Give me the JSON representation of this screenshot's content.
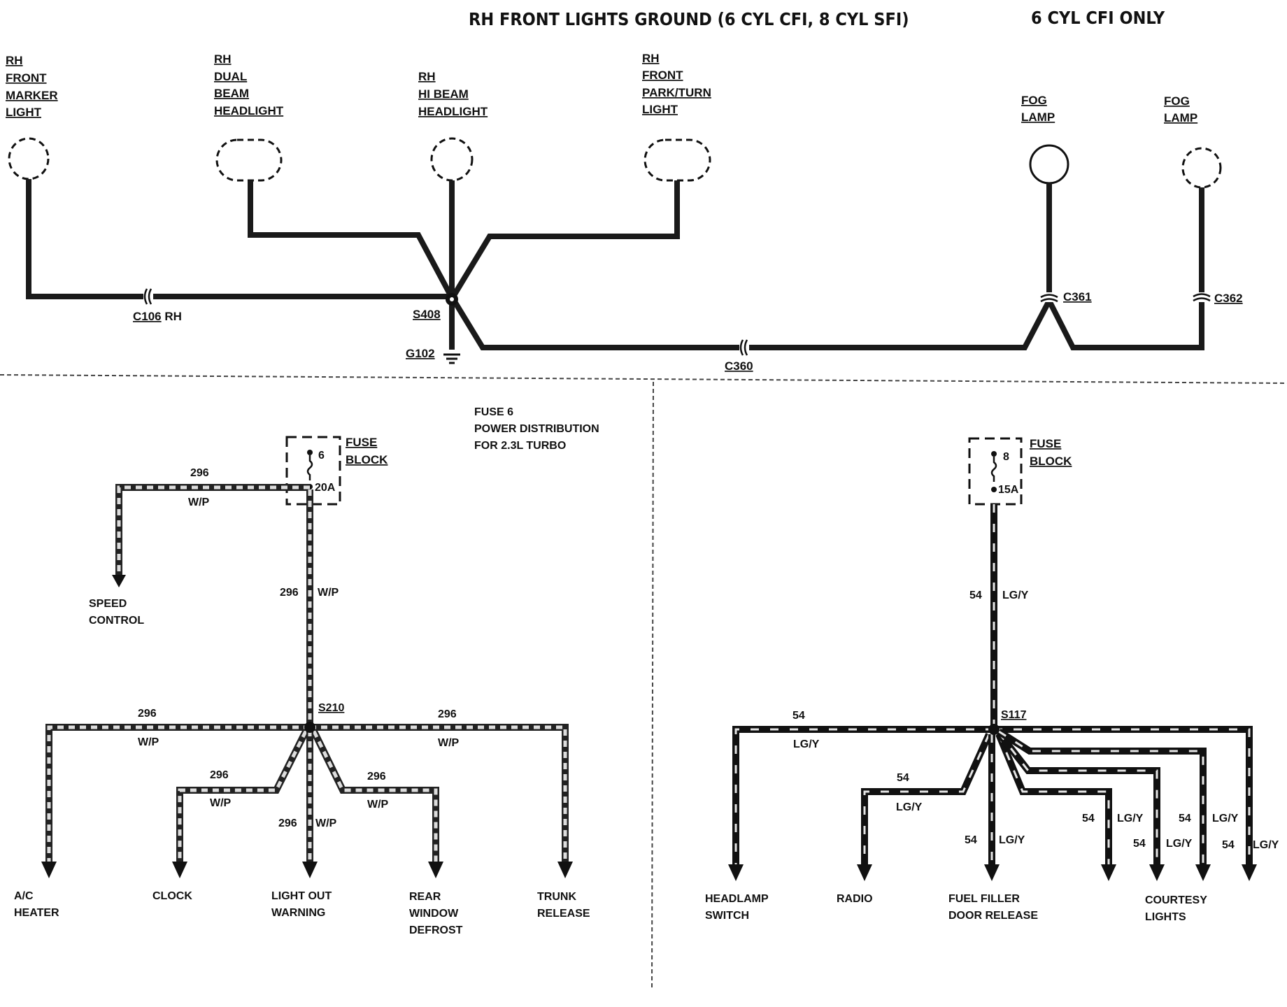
{
  "top": {
    "title_left": "RH FRONT LIGHTS GROUND (6 CYL CFI, 8 CYL SFI)",
    "title_right": "6 CYL CFI ONLY",
    "components": [
      {
        "lines": [
          "RH",
          "FRONT",
          "MARKER",
          "LIGHT"
        ]
      },
      {
        "lines": [
          "RH",
          "DUAL",
          "BEAM",
          "HEADLIGHT"
        ]
      },
      {
        "lines": [
          "RH",
          "HI BEAM",
          "HEADLIGHT"
        ]
      },
      {
        "lines": [
          "RH",
          "FRONT",
          "PARK/TURN",
          "LIGHT"
        ]
      },
      {
        "lines": [
          "FOG",
          "LAMP"
        ]
      },
      {
        "lines": [
          "FOG",
          "LAMP"
        ]
      }
    ],
    "connectors": {
      "c106": "C106",
      "c106_suffix": "RH",
      "s408": "S408",
      "g102": "G102",
      "c360": "C360",
      "c361": "C361",
      "c362": "C362"
    }
  },
  "left": {
    "note_lines": [
      "FUSE 6",
      "POWER DISTRIBUTION",
      "FOR 2.3L TURBO"
    ],
    "fuse_label": [
      "FUSE",
      "BLOCK"
    ],
    "fuse_number": "6",
    "fuse_rating": "20A",
    "splice": "S210",
    "circuit": "296",
    "color": "W/P",
    "destinations": {
      "speed_control": [
        "SPEED",
        "CONTROL"
      ],
      "ac_heater": [
        "A/C",
        "HEATER"
      ],
      "clock": [
        "CLOCK"
      ],
      "light_out": [
        "LIGHT OUT",
        "WARNING"
      ],
      "rear_defrost": [
        "REAR",
        "WINDOW",
        "DEFROST"
      ],
      "trunk_release": [
        "TRUNK",
        "RELEASE"
      ]
    }
  },
  "right": {
    "fuse_label": [
      "FUSE",
      "BLOCK"
    ],
    "fuse_number": "8",
    "fuse_rating": "15A",
    "splice": "S117",
    "circuit": "54",
    "color": "LG/Y",
    "destinations": {
      "headlamp_switch": [
        "HEADLAMP",
        "SWITCH"
      ],
      "radio": [
        "RADIO"
      ],
      "fuel_filler": [
        "FUEL FILLER",
        "DOOR RELEASE"
      ],
      "courtesy": [
        "COURTESY",
        "LIGHTS"
      ]
    }
  }
}
